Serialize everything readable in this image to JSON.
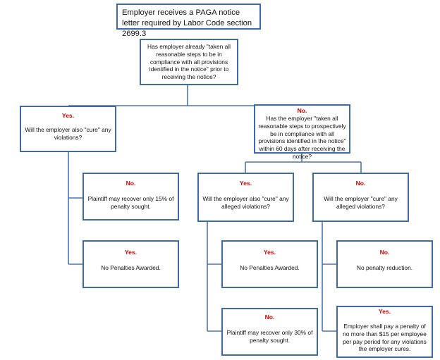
{
  "colors": {
    "border": "#3f6ba3",
    "answer": "#d40000",
    "connector": "#4a74ad"
  },
  "title": "Employer receives a PAGA notice letter required by Labor Code section 2699.3",
  "q1": "Has employer already \"taken all reasonable steps to be in compliance with all provisions identified in the notice\" prior to receiving the notice?",
  "left": {
    "q": {
      "answer": "Yes.",
      "text": "Will the employer also \"cure\" any violations?"
    },
    "no": {
      "answer": "No.",
      "text": "Plaintiff may recover only 15% of penalty sought."
    },
    "yes": {
      "answer": "Yes.",
      "text": "No Penalties Awarded."
    }
  },
  "right": {
    "q": {
      "answer": "No.",
      "text": "Has the employer \"taken all reasonable steps to prospectively be in compliance with all provisions identified in the notice\" within 60 days after receiving the notice?"
    },
    "yes_branch": {
      "q": {
        "answer": "Yes.",
        "text": "Will the employer also \"cure\" any alleged violations?"
      },
      "yes": {
        "answer": "Yes.",
        "text": "No Penalties Awarded."
      },
      "no": {
        "answer": "No.",
        "text": "Plaintiff may recover only 30% of penalty sought."
      }
    },
    "no_branch": {
      "q": {
        "answer": "No.",
        "text": "Will the employer \"cure\" any alleged violations?"
      },
      "no": {
        "answer": "No.",
        "text": "No penalty reduction."
      },
      "yes": {
        "answer": "Yes.",
        "text": "Employer shall pay a penalty of no more than $15 per employee per pay period for any violations the employer cures."
      }
    }
  }
}
